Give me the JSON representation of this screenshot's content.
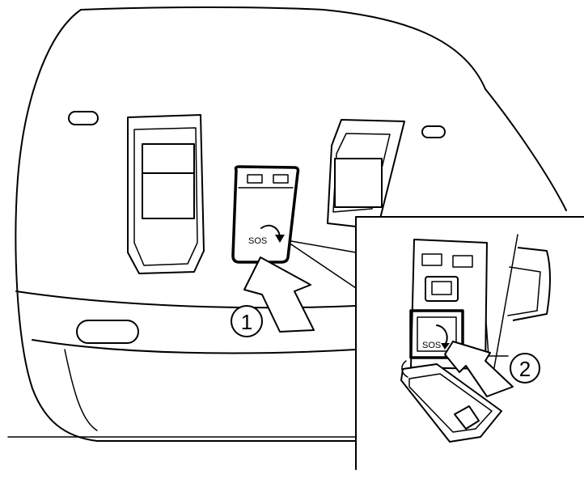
{
  "figure": {
    "main_view": {
      "button_label": "SOS",
      "step_number": "1"
    },
    "inset_view": {
      "button_label": "SOS",
      "step_number": "2"
    }
  }
}
